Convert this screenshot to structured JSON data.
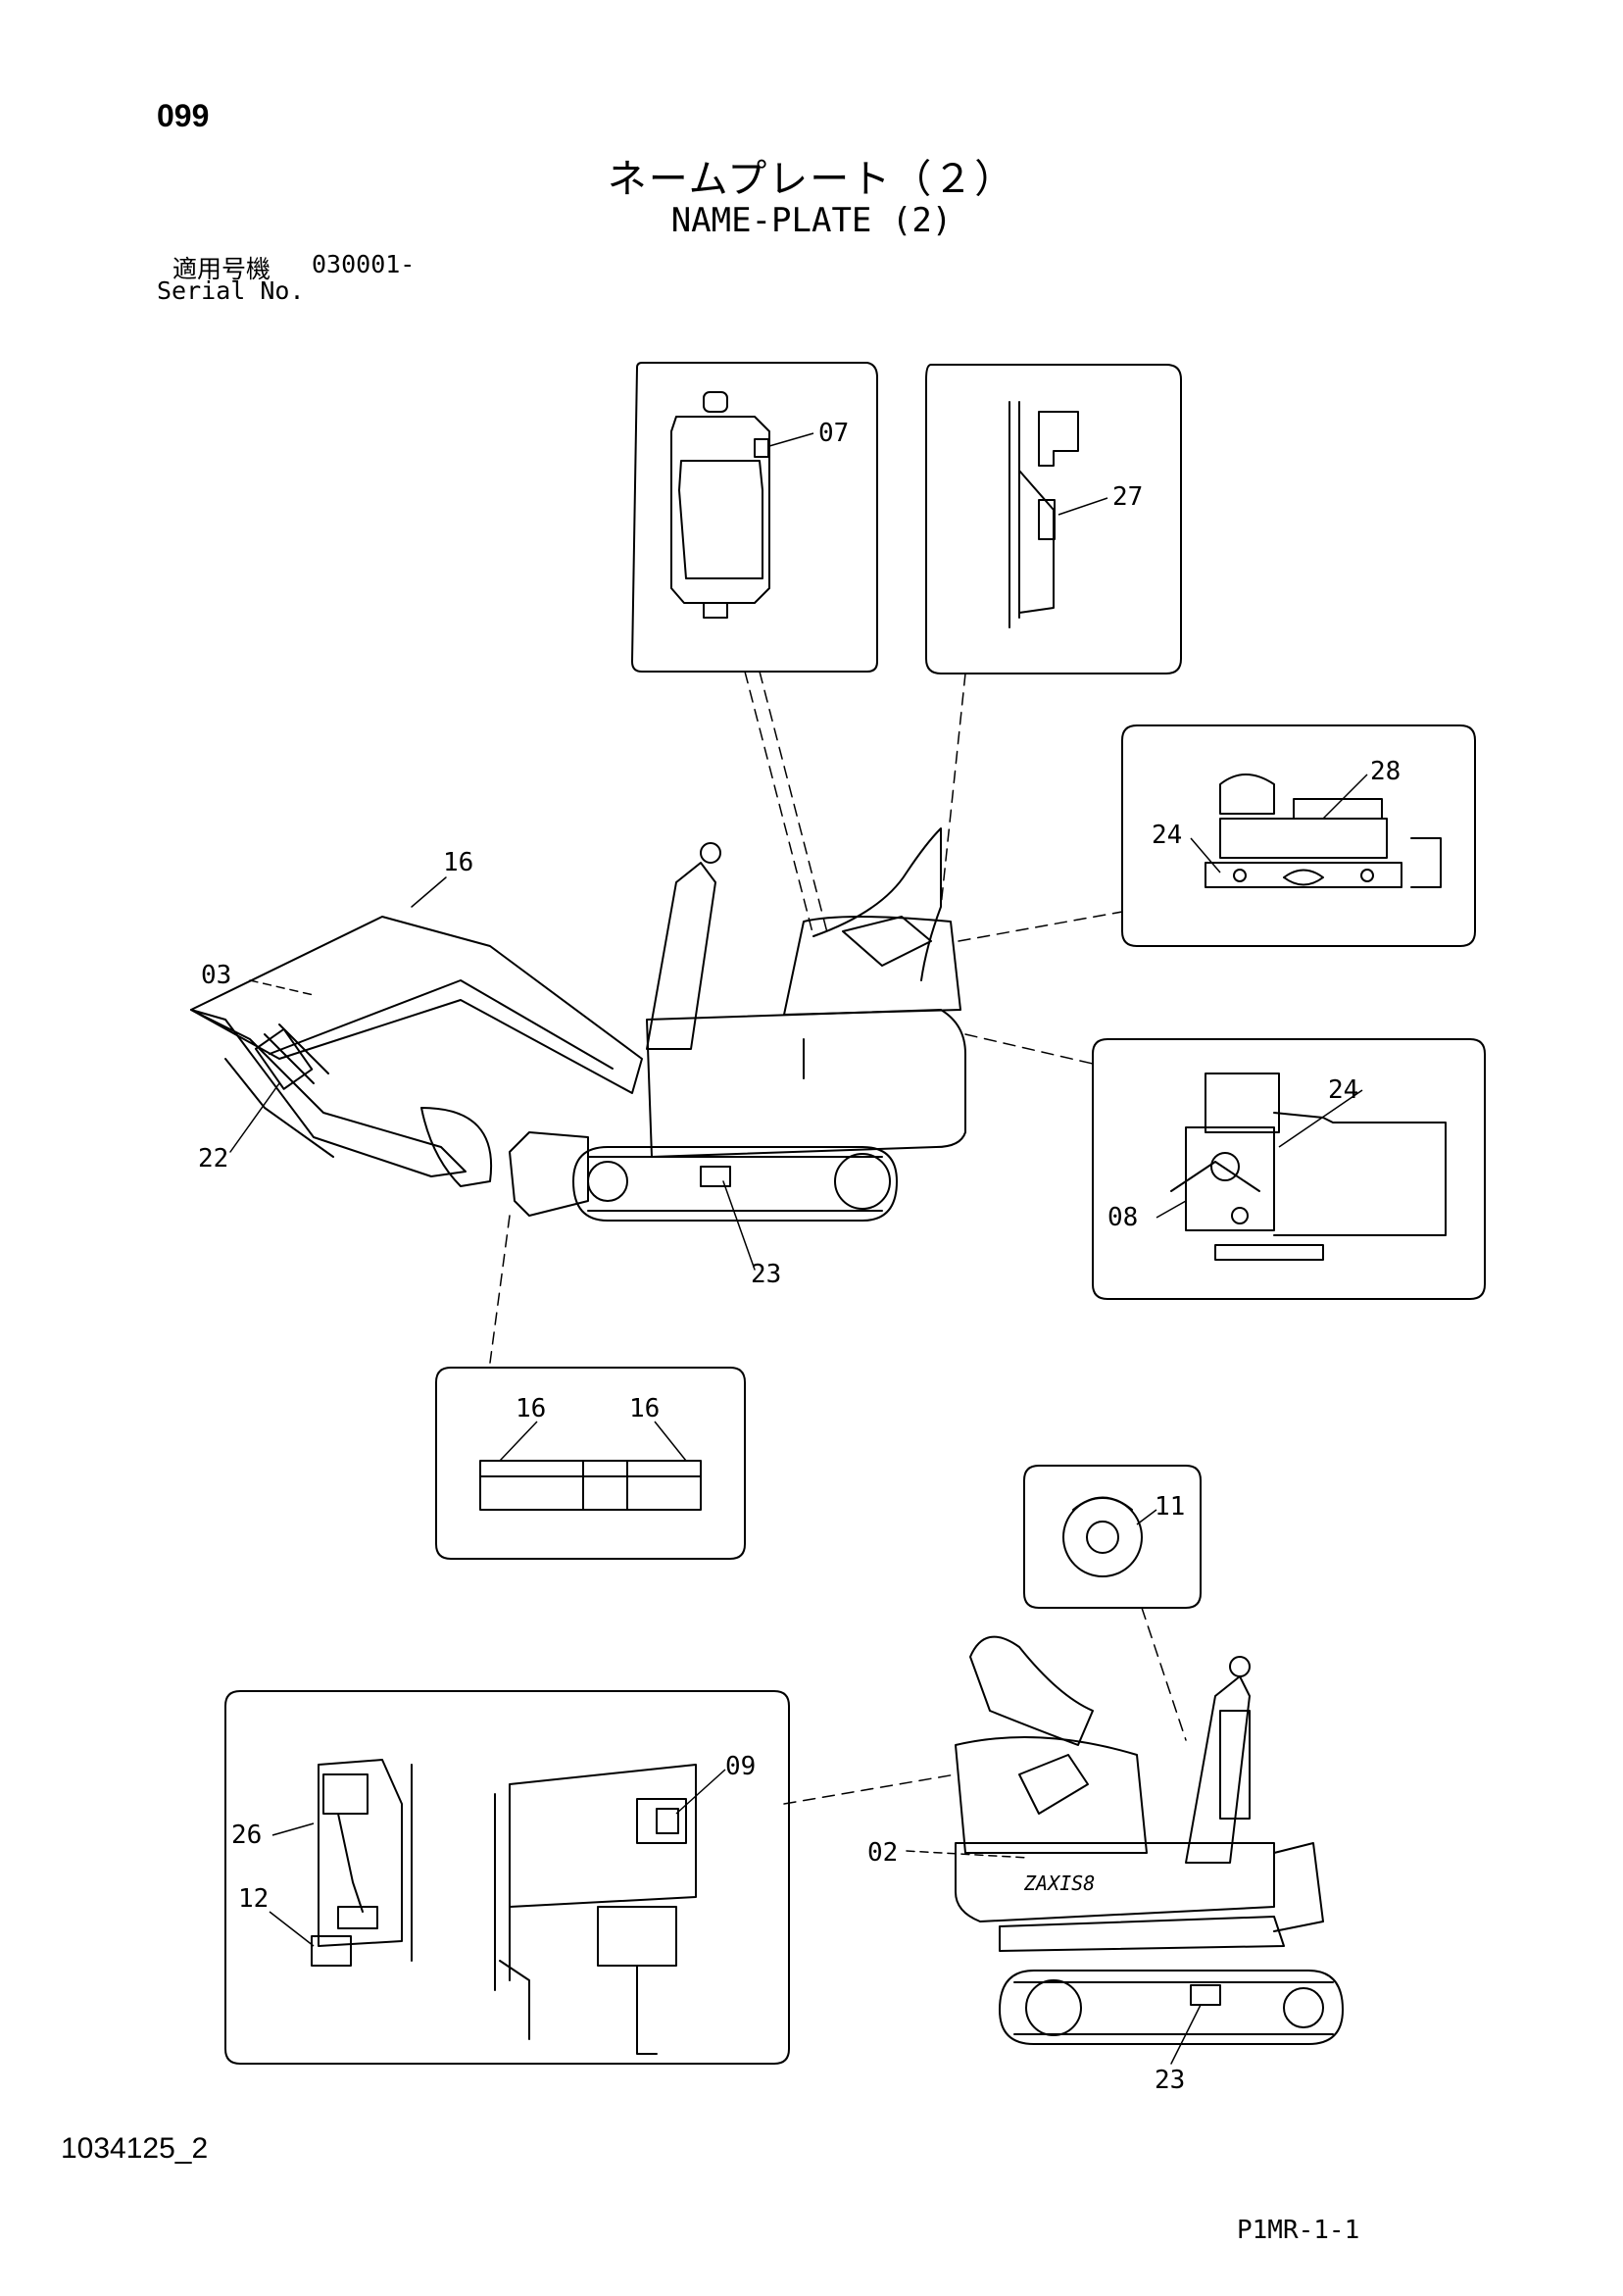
{
  "page": {
    "number": "099",
    "title_jp": "ネームプレート（２）",
    "title_en": "NAME-PLATE (2)",
    "serial_label_jp": "適用号機",
    "serial_value": "030001-",
    "serial_label_en": "Serial No.",
    "document_id": "1034125_2",
    "sheet_code": "P1MR-1-1"
  },
  "callouts": {
    "c07": "07",
    "c27": "27",
    "c28": "28",
    "c24_top": "24",
    "c16_main": "16",
    "c03": "03",
    "c22": "22",
    "c23_top": "23",
    "c24_right": "24",
    "c08": "08",
    "c16_left": "16",
    "c16_right": "16",
    "c11": "11",
    "c09": "09",
    "c26": "26",
    "c12": "12",
    "c02": "02",
    "c23_bottom": "23"
  },
  "decal_text": {
    "model_badge": "ZAXIS8"
  }
}
